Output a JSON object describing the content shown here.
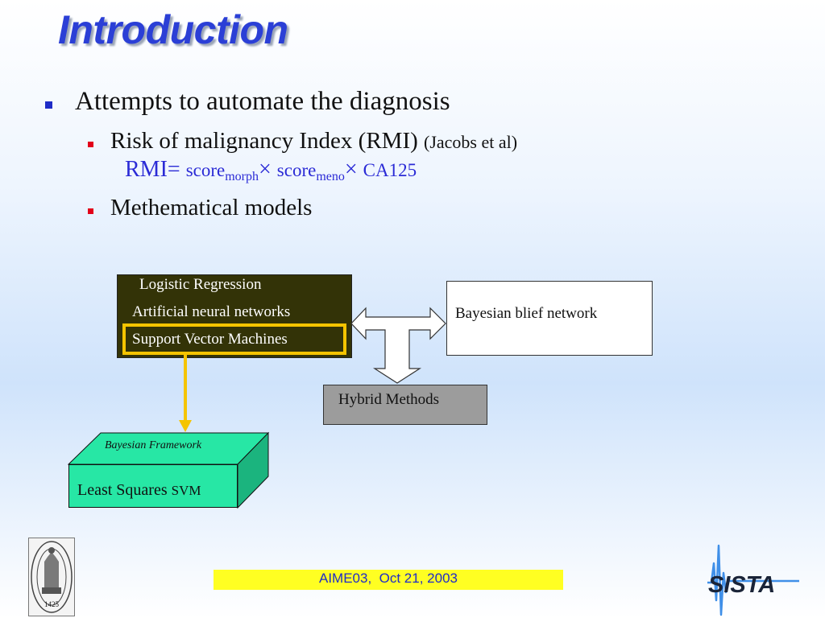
{
  "slide": {
    "title": "Introduction",
    "bullets": [
      {
        "text": "Attempts to automate the diagnosis",
        "children": [
          {
            "text": "Risk of malignancy Index (RMI)",
            "citation": "(Jacobs et al)"
          },
          {
            "text": "Methematical models"
          }
        ]
      }
    ],
    "formula": {
      "lhs": "RMI=",
      "term1": "score",
      "sub1": "morph",
      "times1": "×",
      "term2": "score",
      "sub2": "meno",
      "times2": "×",
      "term3": "CA125"
    }
  },
  "diagram": {
    "models": [
      "Logistic Regression",
      "Artificial neural networks",
      "Support Vector Machines"
    ],
    "bayesian_network": "Bayesian blief network",
    "hybrid": "Hybrid Methods",
    "framework_label": "Bayesian Framework",
    "ls_svm": {
      "main": "Least Squares",
      "suffix": "SVM"
    }
  },
  "footer": {
    "text": "AIME03,  Oct 21, 2003"
  },
  "logos": {
    "left": {
      "year": "1425",
      "icon": "university-seal-icon"
    },
    "right": {
      "text": "SISTA",
      "icon": "sista-logo-icon"
    }
  },
  "colors": {
    "title": "#2b3fd6",
    "formula": "#2b2bd6",
    "highlight": "#f5c400",
    "models_box": "#333307",
    "green_box": "#27e7a5",
    "hybrid_box": "#9c9c9c",
    "footer_bar": "#ffff22",
    "footer_text": "#1f2cc7"
  }
}
